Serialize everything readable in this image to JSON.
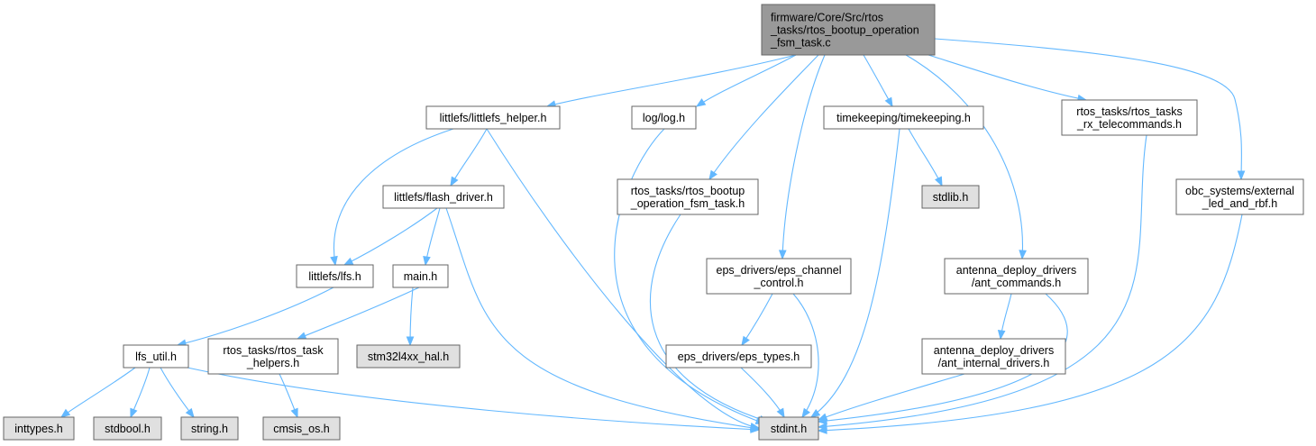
{
  "diagram": {
    "nodes": [
      {
        "id": "root",
        "lines": [
          "firmware/Core/Src/rtos",
          "_tasks/rtos_bootup_operation",
          "_fsm_task.c"
        ],
        "kind": "root",
        "align": "left"
      },
      {
        "id": "littlefs_helper",
        "lines": [
          "littlefs/littlefs_helper.h"
        ],
        "kind": "normal"
      },
      {
        "id": "log",
        "lines": [
          "log/log.h"
        ],
        "kind": "normal"
      },
      {
        "id": "timekeeping",
        "lines": [
          "timekeeping/timekeeping.h"
        ],
        "kind": "normal"
      },
      {
        "id": "rx_telecommands",
        "lines": [
          "rtos_tasks/rtos_tasks",
          "_rx_telecommands.h"
        ],
        "kind": "normal"
      },
      {
        "id": "flash_driver",
        "lines": [
          "littlefs/flash_driver.h"
        ],
        "kind": "normal"
      },
      {
        "id": "fsm_task_h",
        "lines": [
          "rtos_tasks/rtos_bootup",
          "_operation_fsm_task.h"
        ],
        "kind": "normal"
      },
      {
        "id": "stdlib",
        "lines": [
          "stdlib.h"
        ],
        "kind": "system"
      },
      {
        "id": "obc_led",
        "lines": [
          "obc_systems/external",
          "_led_and_rbf.h"
        ],
        "kind": "normal"
      },
      {
        "id": "lfs",
        "lines": [
          "littlefs/lfs.h"
        ],
        "kind": "normal"
      },
      {
        "id": "main",
        "lines": [
          "main.h"
        ],
        "kind": "normal"
      },
      {
        "id": "eps_channel",
        "lines": [
          "eps_drivers/eps_channel",
          "_control.h"
        ],
        "kind": "normal"
      },
      {
        "id": "ant_commands",
        "lines": [
          "antenna_deploy_drivers",
          "/ant_commands.h"
        ],
        "kind": "normal"
      },
      {
        "id": "lfs_util",
        "lines": [
          "lfs_util.h"
        ],
        "kind": "normal"
      },
      {
        "id": "task_helpers",
        "lines": [
          "rtos_tasks/rtos_task",
          "_helpers.h"
        ],
        "kind": "normal"
      },
      {
        "id": "stm32",
        "lines": [
          "stm32l4xx_hal.h"
        ],
        "kind": "system"
      },
      {
        "id": "eps_types",
        "lines": [
          "eps_drivers/eps_types.h"
        ],
        "kind": "normal"
      },
      {
        "id": "ant_internal",
        "lines": [
          "antenna_deploy_drivers",
          "/ant_internal_drivers.h"
        ],
        "kind": "normal"
      },
      {
        "id": "inttypes",
        "lines": [
          "inttypes.h"
        ],
        "kind": "system"
      },
      {
        "id": "stdbool",
        "lines": [
          "stdbool.h"
        ],
        "kind": "system"
      },
      {
        "id": "string",
        "lines": [
          "string.h"
        ],
        "kind": "system"
      },
      {
        "id": "cmsis_os",
        "lines": [
          "cmsis_os.h"
        ],
        "kind": "system"
      },
      {
        "id": "stdint",
        "lines": [
          "stdint.h"
        ],
        "kind": "system"
      }
    ],
    "edges": [
      [
        "root",
        "littlefs_helper"
      ],
      [
        "root",
        "log"
      ],
      [
        "root",
        "fsm_task_h"
      ],
      [
        "root",
        "eps_channel"
      ],
      [
        "root",
        "timekeeping"
      ],
      [
        "root",
        "ant_commands"
      ],
      [
        "root",
        "rx_telecommands"
      ],
      [
        "root",
        "obc_led"
      ],
      [
        "littlefs_helper",
        "lfs"
      ],
      [
        "littlefs_helper",
        "flash_driver"
      ],
      [
        "littlefs_helper",
        "stdint"
      ],
      [
        "flash_driver",
        "lfs"
      ],
      [
        "flash_driver",
        "main"
      ],
      [
        "flash_driver",
        "stdint"
      ],
      [
        "lfs",
        "lfs_util"
      ],
      [
        "main",
        "task_helpers"
      ],
      [
        "main",
        "stm32"
      ],
      [
        "lfs_util",
        "inttypes"
      ],
      [
        "lfs_util",
        "stdbool"
      ],
      [
        "lfs_util",
        "string"
      ],
      [
        "lfs_util",
        "stdint"
      ],
      [
        "task_helpers",
        "cmsis_os"
      ],
      [
        "log",
        "stdint"
      ],
      [
        "fsm_task_h",
        "stdint"
      ],
      [
        "timekeeping",
        "stdlib"
      ],
      [
        "timekeeping",
        "stdint"
      ],
      [
        "eps_channel",
        "eps_types"
      ],
      [
        "eps_channel",
        "stdint"
      ],
      [
        "eps_types",
        "stdint"
      ],
      [
        "ant_commands",
        "ant_internal"
      ],
      [
        "ant_commands",
        "stdint"
      ],
      [
        "ant_internal",
        "stdint"
      ],
      [
        "rx_telecommands",
        "stdint"
      ],
      [
        "obc_led",
        "stdint"
      ]
    ],
    "colors": {
      "root_fill": "#999999",
      "normal_fill": "#ffffff",
      "system_fill": "#e0e0e0",
      "border": "#666666",
      "edge": "#63b8ff"
    }
  }
}
